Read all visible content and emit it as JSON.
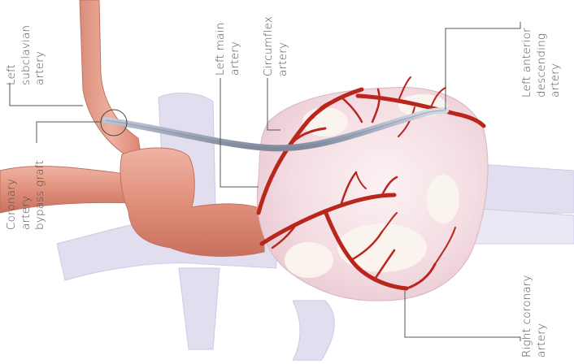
{
  "labels": {
    "left_subclavian": [
      "Left",
      "subclavian",
      "artery"
    ],
    "left_main": [
      "Left main",
      "artery"
    ],
    "circumflex": [
      "Circumflex",
      "artery"
    ],
    "lad": [
      "Left anterior",
      "descending",
      "artery"
    ],
    "cabg": [
      "Coronary",
      "artery",
      "bypass graft"
    ],
    "rca": [
      "Right coronary",
      "artery"
    ]
  },
  "colors": {
    "artery_red": "#b9261d",
    "aorta": "#e49a86",
    "heart": "#f5e2e6",
    "vessels_lilac": "#dcd8ee",
    "graft": "#aab2c4",
    "leader_line": "#555555",
    "label_text": "#4d4d4d"
  }
}
